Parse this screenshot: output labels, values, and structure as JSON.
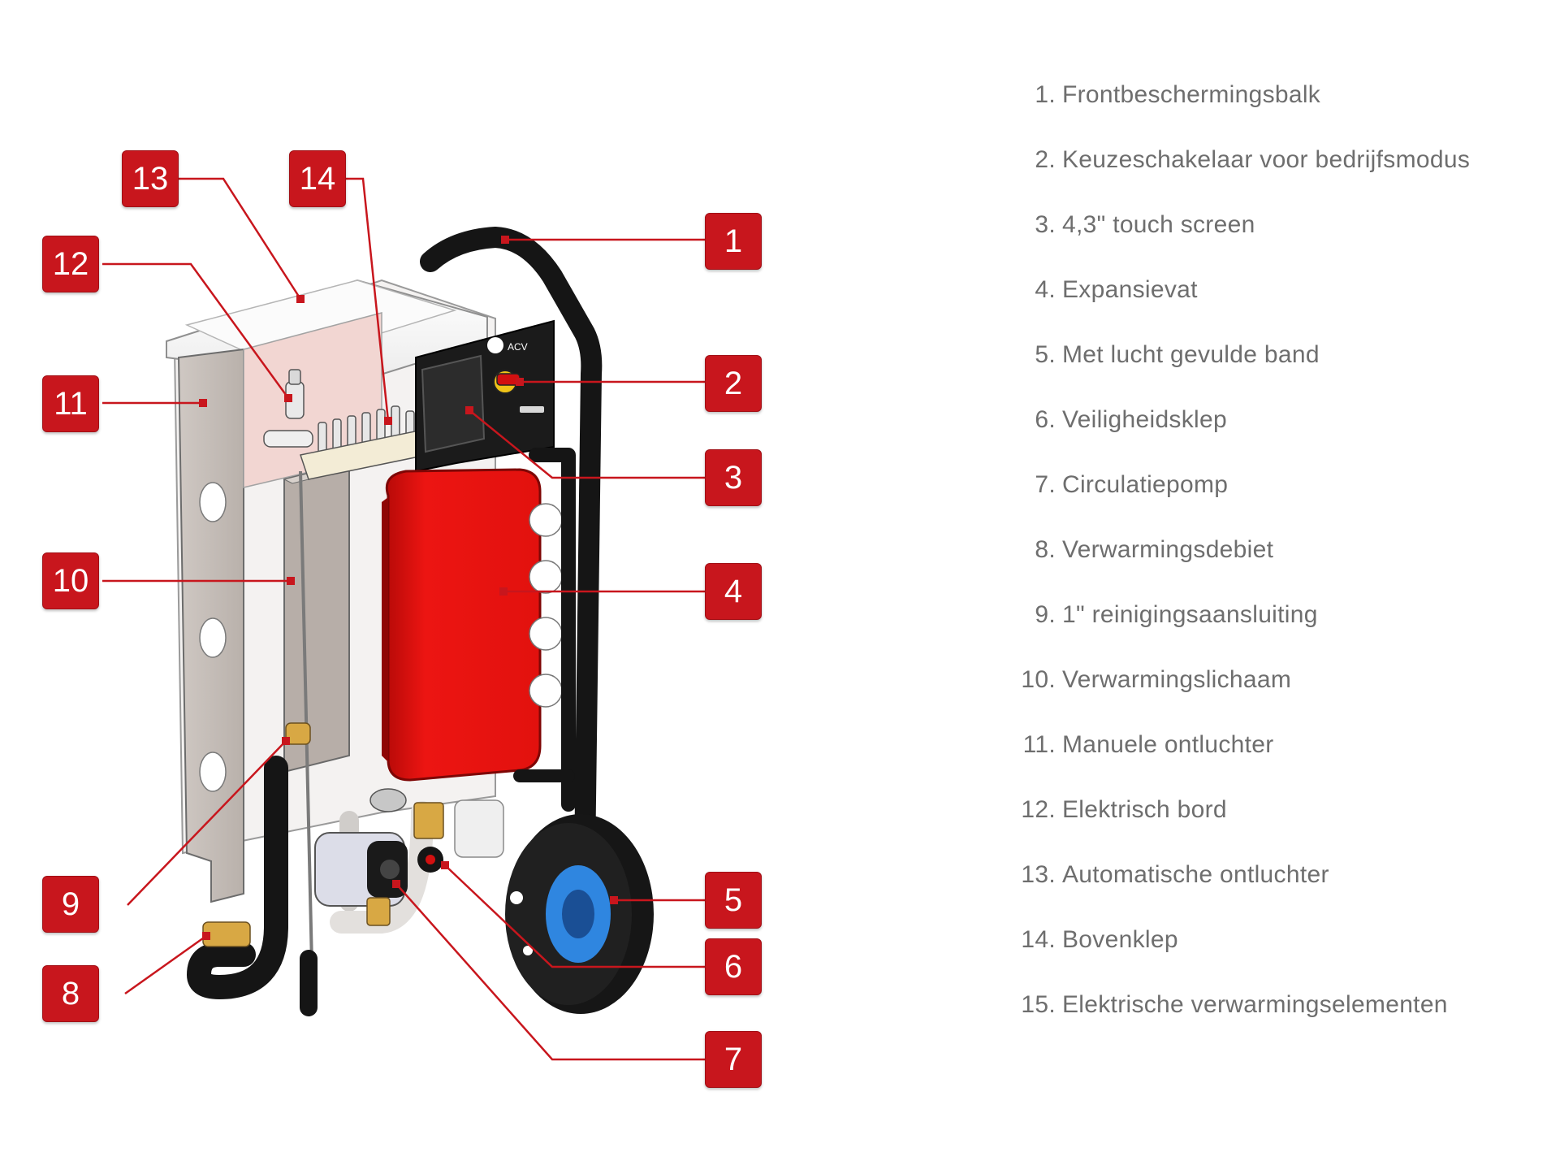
{
  "legend": [
    {
      "num": "1.",
      "label": "Frontbeschermingsbalk"
    },
    {
      "num": "2.",
      "label": "Keuzeschakelaar voor bedrijfsmodus"
    },
    {
      "num": "3.",
      "label": "4,3\" touch screen"
    },
    {
      "num": "4.",
      "label": "Expansievat"
    },
    {
      "num": "5.",
      "label": "Met lucht gevulde band"
    },
    {
      "num": "6.",
      "label": "Veiligheidsklep"
    },
    {
      "num": "7.",
      "label": "Circulatiepomp"
    },
    {
      "num": "8.",
      "label": "Verwarmingsdebiet"
    },
    {
      "num": "9.",
      "label": "1\" reinigingsaansluiting"
    },
    {
      "num": "10.",
      "label": "Verwarmingslichaam"
    },
    {
      "num": "11.",
      "label": "Manuele ontluchter"
    },
    {
      "num": "12.",
      "label": "Elektrisch bord"
    },
    {
      "num": "13.",
      "label": "Automatische ontluchter"
    },
    {
      "num": "14.",
      "label": "Bovenklep"
    },
    {
      "num": "15.",
      "label": "Elektrische verwarmingselementen"
    }
  ],
  "callouts": {
    "c1": "1",
    "c2": "2",
    "c3": "3",
    "c4": "4",
    "c5": "5",
    "c6": "6",
    "c7": "7",
    "c8": "8",
    "c9": "9",
    "c10": "10",
    "c11": "11",
    "c12": "12",
    "c13": "13",
    "c14": "14"
  },
  "panel_brand": "ACV",
  "colors": {
    "callout_red": "#c8161d",
    "tank_red": "#e8120f",
    "frame_black": "#151515",
    "legend_gray": "#6e6e6e",
    "wheel_blue": "#2f86e0"
  }
}
